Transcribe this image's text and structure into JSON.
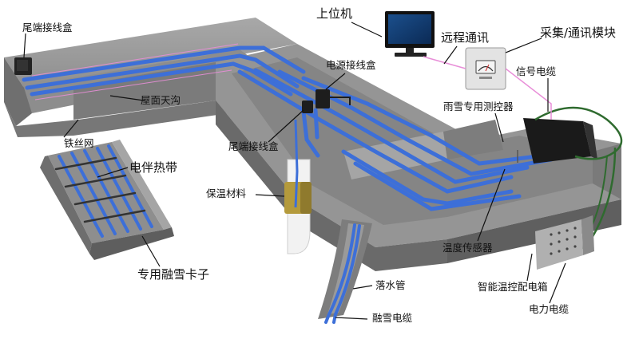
{
  "labels": {
    "tail_box_top": "尾端接线盒",
    "host_pc": "上位机",
    "remote_comm": "远程通讯",
    "collect_module": "采集/通讯模块",
    "power_box": "电源接线盒",
    "signal_cable": "信号电缆",
    "roof_gutter": "屋面天沟",
    "rain_snow_detector": "雨雪专用测控器",
    "wire_mesh": "铁丝网",
    "tail_box_mid": "尾端接线盒",
    "heat_tape": "电伴热带",
    "insulation": "保温材料",
    "temp_sensor": "温度传感器",
    "snow_clip": "专用融雪卡子",
    "smart_box": "智能温控配电箱",
    "downpipe": "落水管",
    "power_cable": "电力电缆",
    "snow_cable": "融雪电缆"
  },
  "colors": {
    "concrete_top": "#9a9a9a",
    "concrete_side": "#6d6d6d",
    "concrete_floor": "#8a8a8a",
    "cable_blue": "#3d6fd8",
    "pink_line": "#e88ed8",
    "green_cable": "#2f6b2f",
    "module_frame": "#e3e3e3",
    "insulation_gold": "#b49a3c"
  }
}
